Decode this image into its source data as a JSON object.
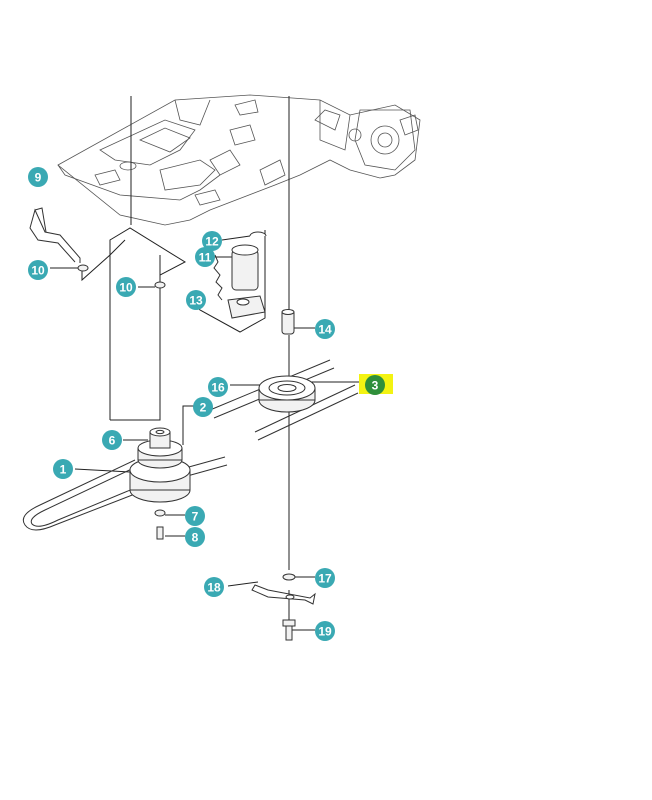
{
  "colors": {
    "callout": "#3aa9b3",
    "callout_highlight": "#2f8f3a",
    "highlight_box": "#f3f312",
    "callout_text": "#ffffff"
  },
  "callouts": {
    "c1": "1",
    "c2": "2",
    "c3": "3",
    "c6": "6",
    "c7": "7",
    "c8": "8",
    "c9": "9",
    "c10a": "10",
    "c10b": "10",
    "c11": "11",
    "c12": "12",
    "c13": "13",
    "c14": "14",
    "c16": "16",
    "c17": "17",
    "c18": "18",
    "c19": "19"
  }
}
